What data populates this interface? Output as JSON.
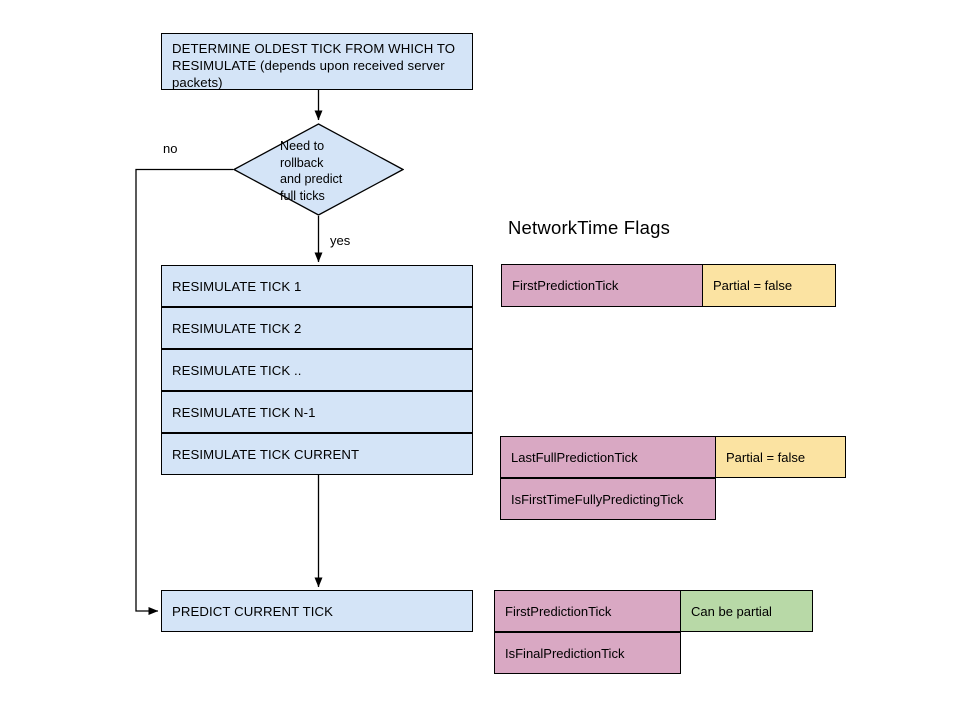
{
  "diagram": {
    "type": "flowchart",
    "title_right_panel": "NetworkTime Flags",
    "nodes": {
      "determine": "DETERMINE OLDEST TICK FROM WHICH TO RESIMULATE (depends upon received server packets)",
      "decision": "Need to\nrollback\nand predict\nfull ticks",
      "predict_current": "PREDICT CURRENT TICK"
    },
    "edge_labels": {
      "no": "no",
      "yes": "yes"
    },
    "resimulate_steps": [
      "RESIMULATE TICK 1",
      "RESIMULATE TICK 2",
      "RESIMULATE TICK ..",
      "RESIMULATE TICK N-1",
      "RESIMULATE TICK CURRENT"
    ]
  },
  "flag_groups": [
    {
      "id": "group-first-prediction",
      "flags": [
        "FirstPredictionTick"
      ],
      "note": "Partial = false",
      "note_kind": "yellow"
    },
    {
      "id": "group-last-full-prediction",
      "flags": [
        "LastFullPredictionTick",
        "IsFirstTimeFullyPredictingTick"
      ],
      "note": "Partial = false",
      "note_kind": "yellow"
    },
    {
      "id": "group-final-prediction",
      "flags": [
        "FirstPredictionTick",
        "IsFinalPredictionTick"
      ],
      "note": "Can be partial",
      "note_kind": "green"
    }
  ],
  "colors": {
    "process_fill": "#d4e4f7",
    "flag_fill": "#d9a8c3",
    "note_false_fill": "#fbe3a2",
    "note_partial_fill": "#b8d9a7",
    "stroke": "#000000",
    "background": "#ffffff"
  }
}
